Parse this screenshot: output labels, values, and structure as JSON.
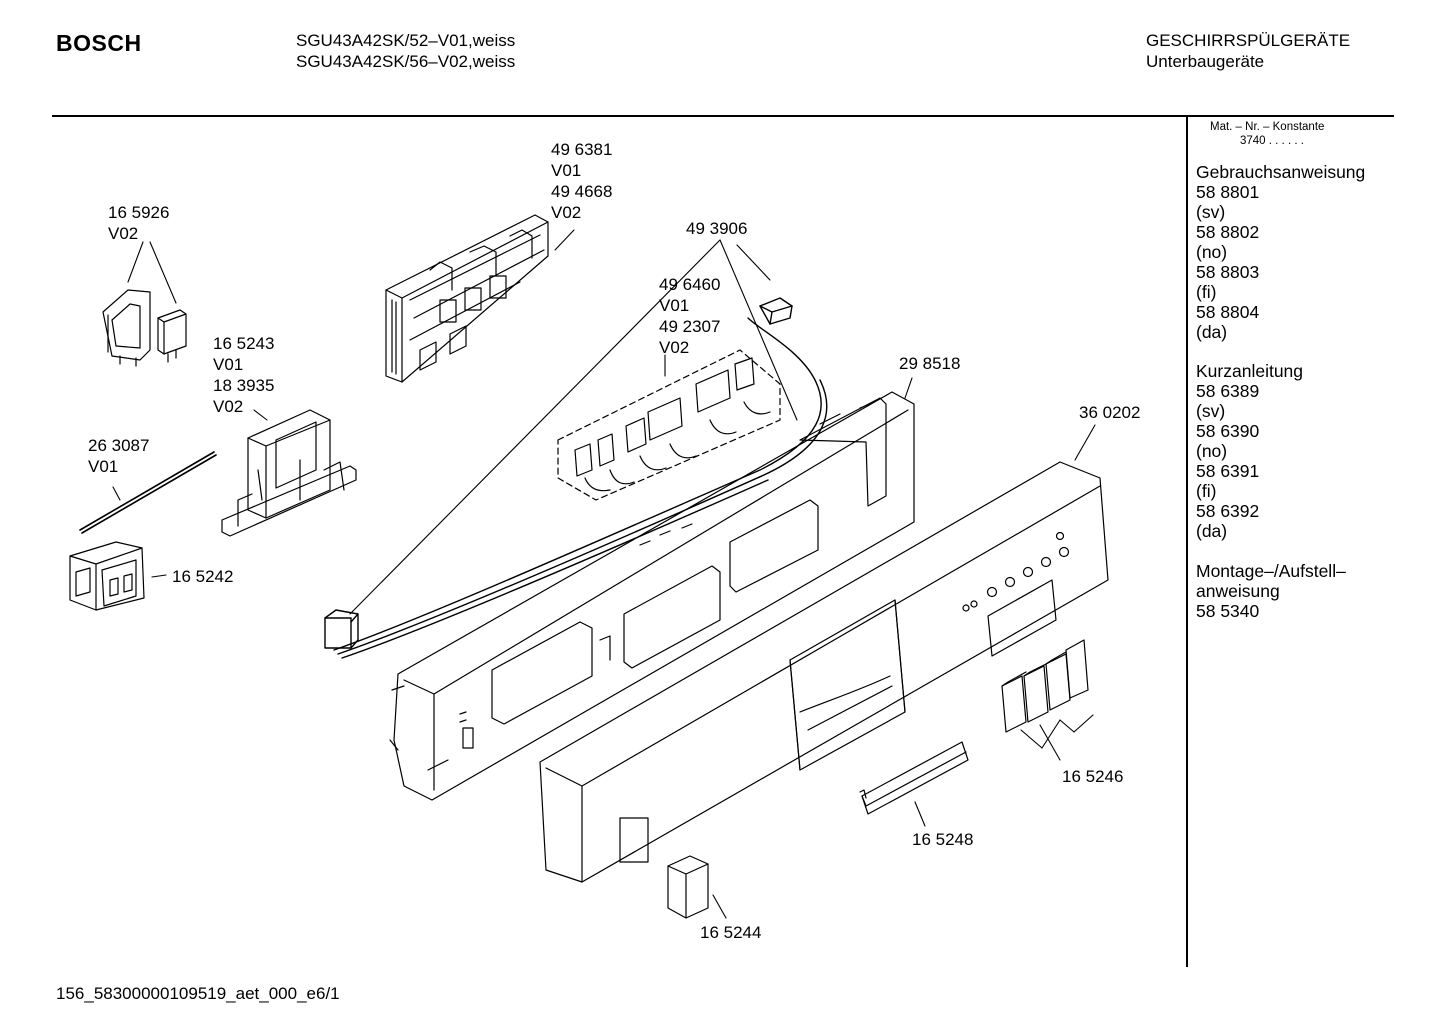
{
  "header": {
    "brand": "BOSCH",
    "models": [
      "SGU43A42SK/52–V01,weiss",
      "SGU43A42SK/56–V02,weiss"
    ],
    "category": "GESCHIRRSPÜLGERÄTE",
    "subcategory": "Unterbaugeräte"
  },
  "parts": [
    {
      "id": "p-496381",
      "lines": [
        "49 6381",
        "V01",
        "49 4668",
        "V02"
      ]
    },
    {
      "id": "p-165926",
      "lines": [
        "16 5926",
        "V02"
      ]
    },
    {
      "id": "p-493906",
      "lines": [
        "49 3906"
      ]
    },
    {
      "id": "p-496460",
      "lines": [
        "49 6460",
        "V01",
        "49 2307",
        "V02"
      ]
    },
    {
      "id": "p-165243",
      "lines": [
        "16 5243",
        "V01",
        "18 3935",
        "V02"
      ]
    },
    {
      "id": "p-298518",
      "lines": [
        "29 8518"
      ]
    },
    {
      "id": "p-360202",
      "lines": [
        "36 0202"
      ]
    },
    {
      "id": "p-263087",
      "lines": [
        "26 3087",
        "V01"
      ]
    },
    {
      "id": "p-165242",
      "lines": [
        "16 5242"
      ]
    },
    {
      "id": "p-165246",
      "lines": [
        "16 5246"
      ]
    },
    {
      "id": "p-165248",
      "lines": [
        "16 5248"
      ]
    },
    {
      "id": "p-165244",
      "lines": [
        "16 5244"
      ]
    }
  ],
  "sidebar": {
    "mat_title": "Mat. – Nr. – Konstante",
    "mat_value": "3740 . . . . . .",
    "documents": [
      {
        "title": [
          "Gebrauchsanweisung"
        ],
        "entries": [
          "58 8801",
          "(sv)",
          "58 8802",
          "(no)",
          "58 8803",
          "(fi)",
          "58 8804",
          "(da)"
        ]
      },
      {
        "title": [
          "Kurzanleitung"
        ],
        "entries": [
          "58 6389",
          "(sv)",
          "58 6390",
          "(no)",
          "58 6391",
          "(fi)",
          "58 6392",
          "(da)"
        ]
      },
      {
        "title": [
          "Montage–/Aufstell–",
          "anweisung"
        ],
        "entries": [
          "58 5340"
        ]
      }
    ]
  },
  "footer": {
    "code": "156_58300000109519_aet_000_e6/1"
  }
}
